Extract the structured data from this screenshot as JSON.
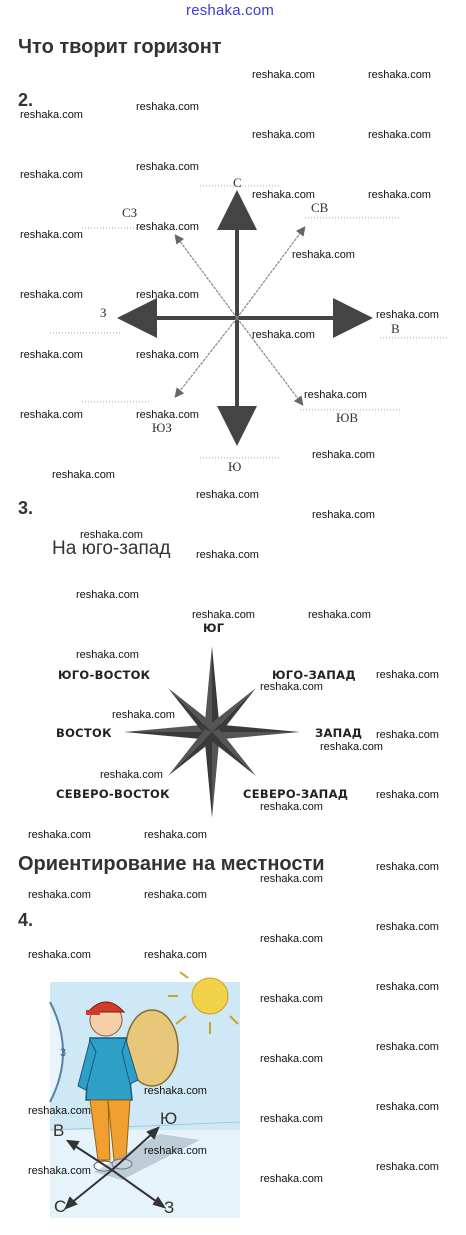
{
  "site": "reshaka.com",
  "watermark": "reshaka.com",
  "section1": {
    "title": "Что творит горизонт"
  },
  "task2": {
    "number": "2.",
    "labels": {
      "n": "С",
      "nw": "СЗ",
      "ne": "СВ",
      "w": "З",
      "e": "В",
      "sw": "ЮЗ",
      "se": "ЮВ",
      "s": "Ю"
    }
  },
  "task3": {
    "number": "3.",
    "answer": "На юго-запад",
    "rose": {
      "top": "ЮГ",
      "upper_left": "ЮГО-ВОСТОК",
      "upper_right": "ЮГО-ЗАПАД",
      "left": "ВОСТОК",
      "right": "ЗАПАД",
      "lower_left": "СЕВЕРО-ВОСТОК",
      "lower_right": "СЕВЕРО-ЗАПАД"
    }
  },
  "section2": {
    "title": "Ориентирование на местности"
  },
  "task4": {
    "number": "4.",
    "labels": {
      "w": "В",
      "s": "Ю",
      "c": "С",
      "z": "З"
    }
  },
  "colors": {
    "site": "#3b3bd6",
    "sky": "#cfe8f5",
    "sun": "#f2d24a",
    "jacket": "#2ea0c8",
    "pants": "#f0a030",
    "cap": "#d23a2a"
  }
}
